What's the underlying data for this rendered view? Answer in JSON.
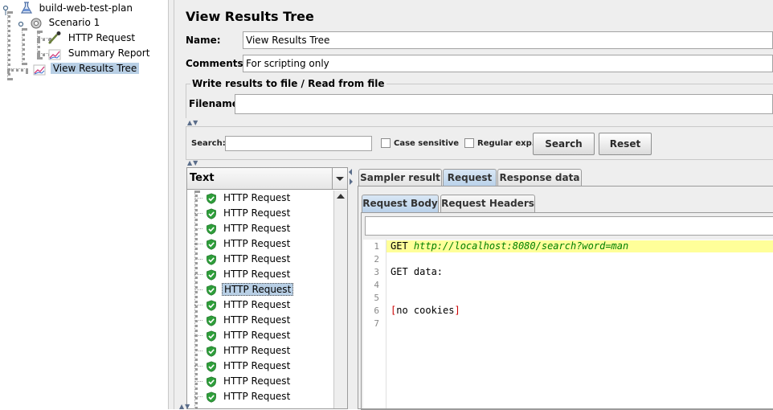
{
  "tree": {
    "plan": "build-web-test-plan",
    "scenario": "Scenario 1",
    "http_request": "HTTP Request",
    "summary_report": "Summary Report",
    "view_results_tree": "View Results Tree"
  },
  "panel": {
    "title": "View Results Tree",
    "name_label": "Name:",
    "name_value": "View Results Tree",
    "comments_label": "Comments:",
    "comments_value": "For scripting only",
    "file_group_title": "Write results to file / Read from file",
    "filename_label": "Filename"
  },
  "search": {
    "label": "Search:",
    "value": "",
    "case_sensitive": "Case sensitive",
    "regular_exp": "Regular exp.",
    "search_button": "Search",
    "reset_button": "Reset"
  },
  "results": {
    "renderer": "Text",
    "items": [
      "HTTP Request",
      "HTTP Request",
      "HTTP Request",
      "HTTP Request",
      "HTTP Request",
      "HTTP Request",
      "HTTP Request",
      "HTTP Request",
      "HTTP Request",
      "HTTP Request",
      "HTTP Request",
      "HTTP Request",
      "HTTP Request",
      "HTTP Request"
    ],
    "selected_index": 6
  },
  "tabs": {
    "sampler_result": "Sampler result",
    "request": "Request",
    "response_data": "Response data",
    "active": "Request"
  },
  "subtabs": {
    "request_body": "Request Body",
    "request_headers": "Request Headers",
    "active": "Request Body"
  },
  "request_body": {
    "line_numbers": [
      "1",
      "2",
      "3",
      "4",
      "5",
      "6",
      "7"
    ],
    "line1_method": "GET ",
    "line1_url": "http://localhost:8080/search?word=man",
    "line3": "GET data:",
    "line6_open": "[",
    "line6_text": "no cookies",
    "line6_close": "]"
  },
  "colors": {
    "selection": "#b8cfe5",
    "highlight_line": "#ffff99",
    "url_color": "#008000",
    "bracket_color": "#cc0000",
    "shield_green": "#2e9e3a"
  }
}
